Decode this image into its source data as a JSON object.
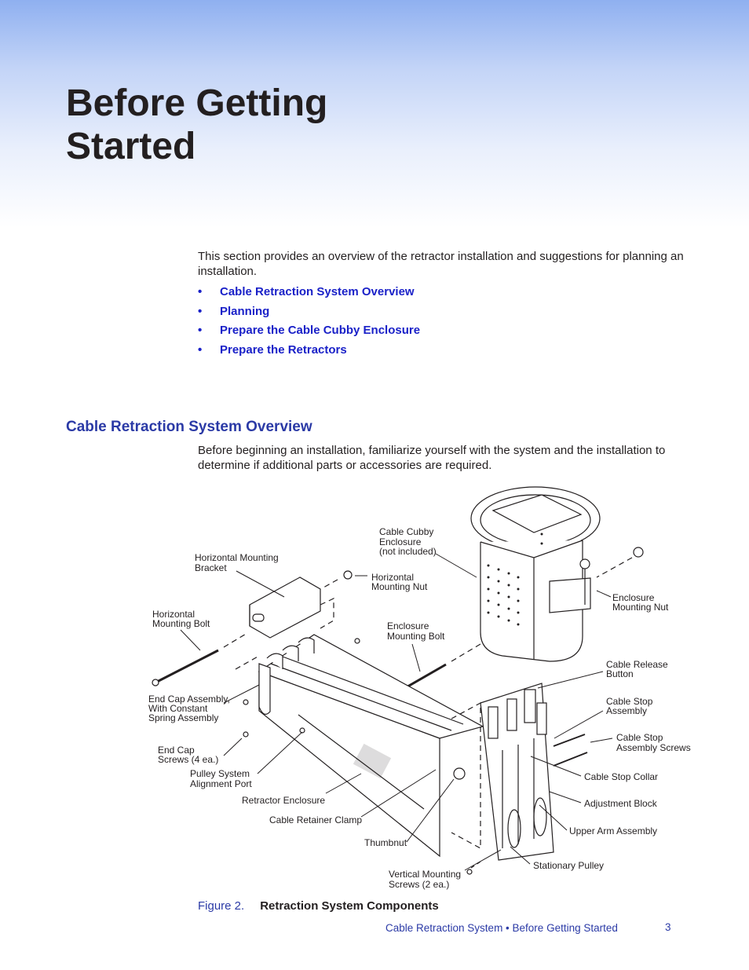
{
  "chapter_title_line1": "Before Getting",
  "chapter_title_line2": "Started",
  "intro_text": "This section provides an overview of the retractor installation and suggestions for planning an installation.",
  "toc": [
    "Cable Retraction System Overview",
    "Planning",
    "Prepare the Cable Cubby Enclosure",
    "Prepare the Retractors"
  ],
  "toc_bullet": "•",
  "section": {
    "heading": "Cable Retraction System Overview",
    "body": "Before beginning an installation, familiarize yourself with the system and the installation to determine if additional parts or accessories are required."
  },
  "figure": {
    "number": "Figure 2.",
    "title": "Retraction System Components",
    "callouts": {
      "cubby_1": "Cable Cubby",
      "cubby_2": "Enclosure",
      "cubby_3": "(not included)",
      "hmb_1": "Horizontal Mounting",
      "hmb_2": "Bracket",
      "hmn_1": "Horizontal",
      "hmn_2": "Mounting Nut",
      "hbolt_1": "Horizontal",
      "hbolt_2": "Mounting Bolt",
      "emb_1": "Enclosure",
      "emb_2": "Mounting Bolt",
      "emn_1": "Enclosure",
      "emn_2": "Mounting Nut",
      "endcap_1": "End Cap Assembly,",
      "endcap_2": "With Constant",
      "endcap_3": "Spring Assembly",
      "screws_1": "End Cap",
      "screws_2": "Screws (4 ea.)",
      "pulley_1": "Pulley System",
      "pulley_2": "Alignment Port",
      "retractor": "Retractor Enclosure",
      "clamp": "Cable Retainer Clamp",
      "thumbnut": "Thumbnut",
      "vms_1": "Vertical Mounting",
      "vms_2": "Screws (2 ea.)",
      "release_1": "Cable Release",
      "release_2": "Button",
      "stop_1": "Cable Stop",
      "stop_2": "Assembly",
      "stopscrews_1": "Cable Stop",
      "stopscrews_2": "Assembly Screws",
      "collar": "Cable Stop Collar",
      "adjust": "Adjustment Block",
      "upper": "Upper Arm Assembly",
      "stationary": "Stationary Pulley"
    }
  },
  "footer": {
    "text": "Cable Retraction System • Before Getting Started",
    "page": "3"
  }
}
